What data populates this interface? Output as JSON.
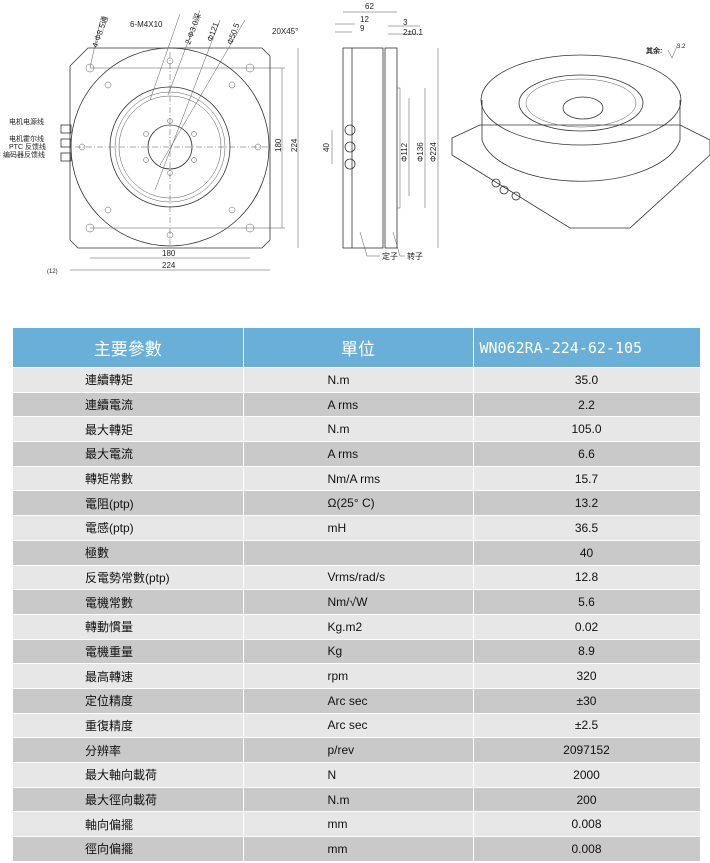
{
  "drawing": {
    "front_view": {
      "callouts": [
        "4-Φ8.5通",
        "6-M4X10",
        "2-Φ3.0深",
        "Φ121",
        "Φ50.5",
        "20X45°"
      ],
      "dims": {
        "width_inner": "180",
        "width_outer": "224",
        "height_inner": "180",
        "height_outer": "224",
        "offset": "(12)"
      },
      "cable_labels": [
        "电机电源线",
        "电机霍尔线",
        "PTC 反馈线",
        "编码器反馈线"
      ]
    },
    "side_view": {
      "dims": [
        "62",
        "12",
        "9",
        "3",
        "2±0.1",
        "40",
        "Φ112",
        "Φ136",
        "Φ224"
      ],
      "labels": [
        "定子",
        "转子"
      ]
    },
    "surface_note": "其余:",
    "surface_value": "3.2"
  },
  "table": {
    "headers": [
      "主要參數",
      "單位",
      "WN062RA-224-62-105"
    ],
    "rows": [
      {
        "param": "連續轉矩",
        "unit": "N.m",
        "value": "35.0"
      },
      {
        "param": "連續電流",
        "unit": "A rms",
        "value": "2.2"
      },
      {
        "param": "最大轉矩",
        "unit": "N.m",
        "value": "105.0"
      },
      {
        "param": "最大電流",
        "unit": "A rms",
        "value": "6.6"
      },
      {
        "param": "轉矩常數",
        "unit": "Nm/A rms",
        "value": "15.7"
      },
      {
        "param": "電阻(ptp)",
        "unit": "Ω(25° C)",
        "value": "13.2"
      },
      {
        "param": "電感(ptp)",
        "unit": "mH",
        "value": "36.5"
      },
      {
        "param": "極數",
        "unit": "",
        "value": "40"
      },
      {
        "param": "反電勢常數(ptp)",
        "unit": "Vrms/rad/s",
        "value": "12.8"
      },
      {
        "param": "電機常數",
        "unit": "Nm/√W",
        "value": "5.6"
      },
      {
        "param": "轉動慣量",
        "unit": "Kg.m2",
        "value": "0.02"
      },
      {
        "param": "電機重量",
        "unit": "Kg",
        "value": "8.9"
      },
      {
        "param": "最高轉速",
        "unit": "rpm",
        "value": "320"
      },
      {
        "param": "定位精度",
        "unit": "Arc sec",
        "value": "±30"
      },
      {
        "param": "重復精度",
        "unit": "Arc sec",
        "value": "±2.5"
      },
      {
        "param": "分辨率",
        "unit": "p/rev",
        "value": "2097152"
      },
      {
        "param": "最大軸向載荷",
        "unit": "N",
        "value": "2000"
      },
      {
        "param": "最大徑向載荷",
        "unit": "N.m",
        "value": "200"
      },
      {
        "param": "軸向偏擺",
        "unit": "mm",
        "value": "0.008"
      },
      {
        "param": "徑向偏擺",
        "unit": "mm",
        "value": "0.008"
      }
    ]
  },
  "colors": {
    "header": "#6aafd8",
    "row_light": "#e7e7e7",
    "row_dark": "#c9c9c9"
  }
}
